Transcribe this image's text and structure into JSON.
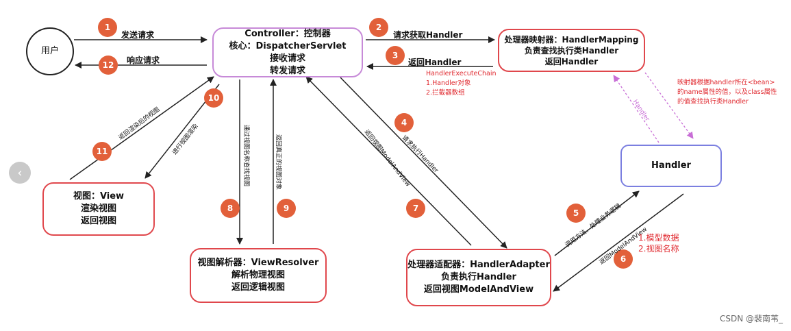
{
  "nodes": {
    "user": "用户",
    "controller": [
      "Controller：控制器",
      "核心：DispatcherServlet",
      "接收请求",
      "转发请求"
    ],
    "handler_mapping": [
      "处理器映射器：HandlerMapping",
      "负责查找执行类Handler",
      "返回Handler"
    ],
    "handler": "Handler",
    "view": [
      "视图：View",
      "渲染视图",
      "返回视图"
    ],
    "view_resolver": [
      "视图解析器：ViewResolver",
      "解析物理视图",
      "返回逻辑视图"
    ],
    "handler_adapter": [
      "处理器适配器：HandlerAdapter",
      "负责执行Handler",
      "返回视图ModelAndView"
    ]
  },
  "steps": [
    "1",
    "2",
    "3",
    "4",
    "5",
    "6",
    "7",
    "8",
    "9",
    "10",
    "11",
    "12"
  ],
  "labels": {
    "send_request": "发送请求",
    "response": "响应请求",
    "get_handler": "请求获取Handler",
    "return_handler": "返回Handler",
    "exec_request": "请求执行Handler",
    "return_mav_ctrl": "返回视图ModelAndView",
    "call_method": "调用方法，处理业务逻辑",
    "return_mav": "返回ModelAndView",
    "find_view": "通过视图名称查找视图",
    "return_view_obj": "返回真正的视图对象",
    "render": "进行视图渲染",
    "return_rendered": "返回渲染后的视图",
    "handler_arrow": "Handler"
  },
  "chain_note": [
    "HandlerExecuteChain",
    "1.Handler对象",
    "2.拦截器数组"
  ],
  "mapping_note": [
    "映射器根据handler所在<bean>",
    "的name属性的值，以及class属性",
    "的值查找执行类Handler"
  ],
  "mav_note": [
    "1.模型数据",
    "2.视图名称"
  ],
  "watermark": "CSDN @裴南苇_",
  "colors": {
    "red": "#e0474c",
    "purple": "#c78ad8",
    "blue": "#7b7fe0",
    "step": "#e2603a",
    "note": "#e0292f"
  }
}
